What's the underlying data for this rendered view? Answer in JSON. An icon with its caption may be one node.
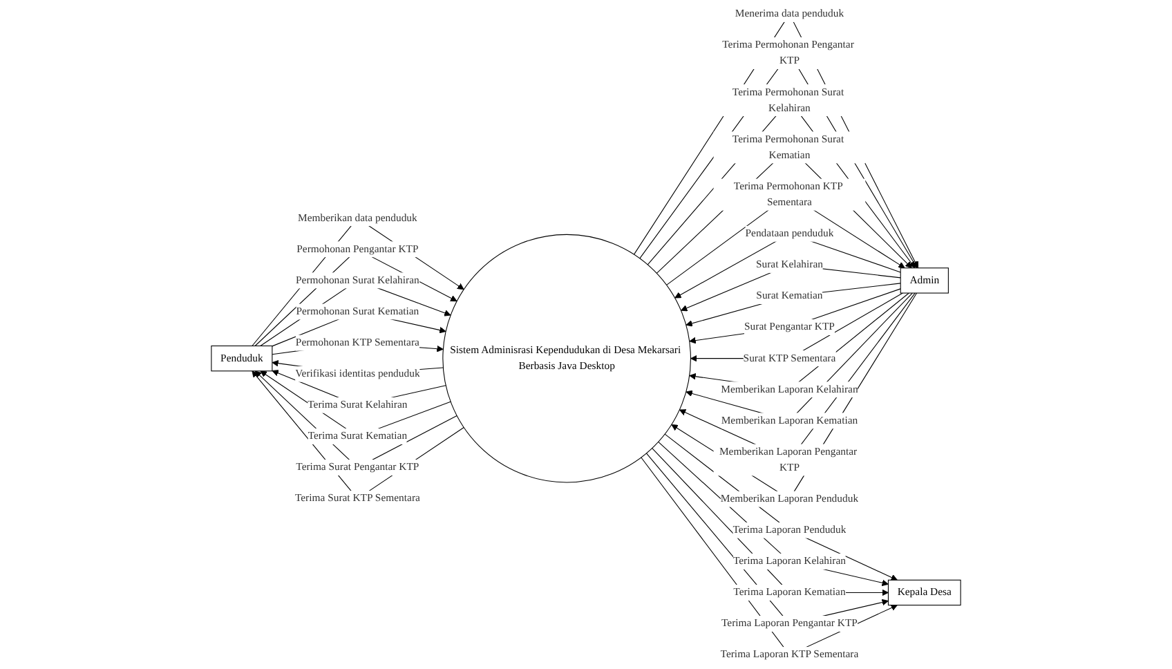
{
  "diagram": {
    "nodes": [
      {
        "text": [
          "Penduduk"
        ]
      },
      {
        "text": [
          "Admin"
        ]
      },
      {
        "text": [
          "Sistem Adminisrasi Kependudukan di Desa Mekarsari Berbasis Java Desktop"
        ]
      },
      {
        "text": [
          "Kepala Desa"
        ]
      }
    ],
    "edges": [
      {
        "from": 0,
        "to": 2,
        "arrow": "to",
        "label": "Memberikan data penduduk"
      },
      {
        "from": 0,
        "to": 2,
        "arrow": "to",
        "label": "Permohonan Pengantar KTP"
      },
      {
        "from": 0,
        "to": 2,
        "arrow": "to",
        "label": "Permohonan Surat Kelahiran"
      },
      {
        "from": 0,
        "to": 2,
        "arrow": "to",
        "label": "Permohonan Surat Kematian"
      },
      {
        "from": 0,
        "to": 2,
        "arrow": "to",
        "label": "Permohonan KTP Sementara"
      },
      {
        "from": 2,
        "to": 0,
        "arrow": "to",
        "label": "Verifikasi identitas penduduk"
      },
      {
        "from": 2,
        "to": 0,
        "arrow": "to",
        "label": "Terima Surat Kelahiran"
      },
      {
        "from": 2,
        "to": 0,
        "arrow": "to",
        "label": "Terima Surat Kematian"
      },
      {
        "from": 2,
        "to": 0,
        "arrow": "to",
        "label": "Terima Surat Pengantar KTP"
      },
      {
        "from": 2,
        "to": 0,
        "arrow": "to",
        "label": "Terima Surat KTP Sementara"
      },
      {
        "from": 2,
        "to": 1,
        "arrow": "to",
        "label": "Menerima data penduduk"
      },
      {
        "from": 2,
        "to": 1,
        "arrow": "to",
        "label": "Terima Permohonan Pengantar KTP"
      },
      {
        "from": 2,
        "to": 1,
        "arrow": "to",
        "label": "Terima Permohonan Surat Kelahiran"
      },
      {
        "from": 2,
        "to": 1,
        "arrow": "to",
        "label": "Terima Permohonan Surat Kematian"
      },
      {
        "from": 2,
        "to": 1,
        "arrow": "to",
        "label": "Terima Permohonan KTP Sementara"
      },
      {
        "from": 1,
        "to": 2,
        "arrow": "to",
        "label": "Pendataan penduduk"
      },
      {
        "from": 1,
        "to": 2,
        "arrow": "to",
        "label": "Surat Kelahiran"
      },
      {
        "from": 1,
        "to": 2,
        "arrow": "to",
        "label": "Surat Kematian"
      },
      {
        "from": 1,
        "to": 2,
        "arrow": "to",
        "label": "Surat Pengantar KTP"
      },
      {
        "from": 1,
        "to": 2,
        "arrow": "to",
        "label": "Surat KTP Sementara"
      },
      {
        "from": 1,
        "to": 2,
        "arrow": "to",
        "label": "Memberikan Laporan Kelahiran"
      },
      {
        "from": 1,
        "to": 2,
        "arrow": "to",
        "label": "Memberikan Laporan Kematian"
      },
      {
        "from": 1,
        "to": 2,
        "arrow": "to",
        "label": "Memberikan Laporan Pengantar KTP"
      },
      {
        "from": 1,
        "to": 2,
        "arrow": "to",
        "label": "Memberikan Laporan Penduduk"
      },
      {
        "from": 2,
        "to": 3,
        "arrow": "to",
        "label": "Terima Laporan Penduduk"
      },
      {
        "from": 2,
        "to": 3,
        "arrow": "to",
        "label": "Terima Laporan Kelahiran"
      },
      {
        "from": 2,
        "to": 3,
        "arrow": "to",
        "label": "Terima Laporan Kematian"
      },
      {
        "from": 2,
        "to": 3,
        "arrow": "to",
        "label": "Terima Laporan Pengantar KTP"
      },
      {
        "from": 2,
        "to": 3,
        "arrow": "to",
        "label": "Terima Laporan KTP Sementara"
      }
    ]
  }
}
